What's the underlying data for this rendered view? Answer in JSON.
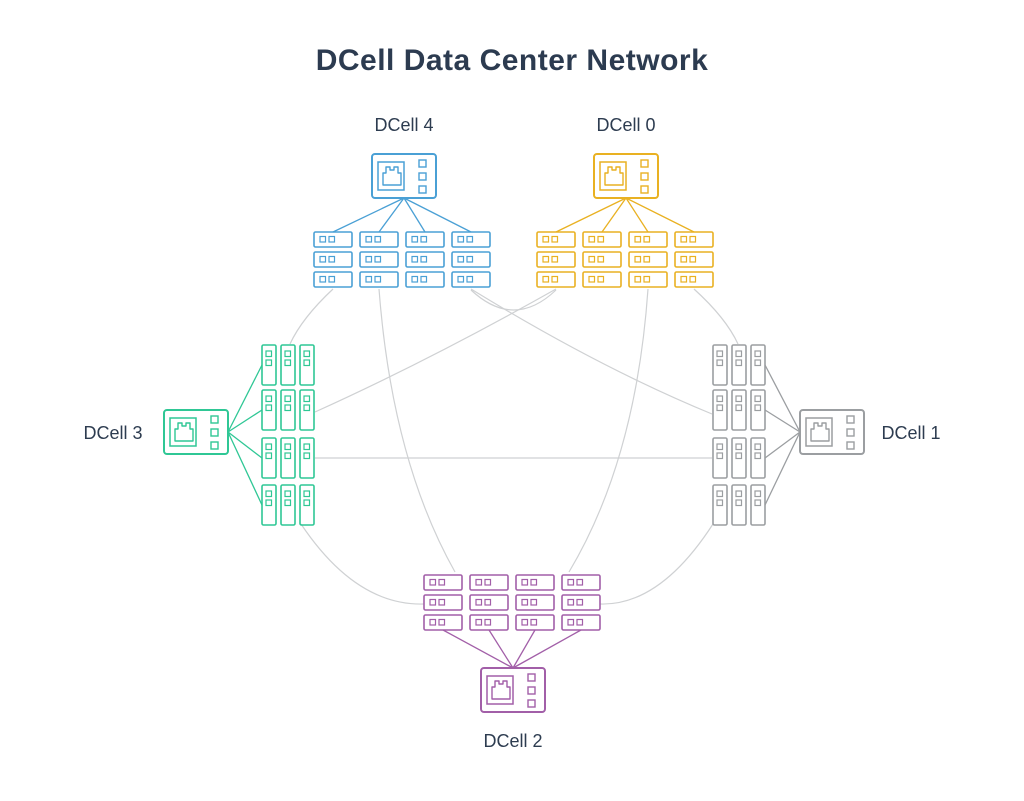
{
  "title": "DCell Data Center Network",
  "cells": [
    {
      "id": "dcell-4",
      "label": "DCell 4",
      "color": "#4aa0d5"
    },
    {
      "id": "dcell-0",
      "label": "DCell 0",
      "color": "#e9b122"
    },
    {
      "id": "dcell-3",
      "label": "DCell 3",
      "color": "#2fc795"
    },
    {
      "id": "dcell-1",
      "label": "DCell 1",
      "color": "#9b9ea1"
    },
    {
      "id": "dcell-2",
      "label": "DCell 2",
      "color": "#a25fa8"
    }
  ],
  "servers_per_cell": 4,
  "links": [
    {
      "from": "dcell-4",
      "to": "dcell-0"
    },
    {
      "from": "dcell-4",
      "to": "dcell-3"
    },
    {
      "from": "dcell-4",
      "to": "dcell-1"
    },
    {
      "from": "dcell-4",
      "to": "dcell-2"
    },
    {
      "from": "dcell-0",
      "to": "dcell-3"
    },
    {
      "from": "dcell-0",
      "to": "dcell-1"
    },
    {
      "from": "dcell-0",
      "to": "dcell-2"
    },
    {
      "from": "dcell-3",
      "to": "dcell-1"
    },
    {
      "from": "dcell-3",
      "to": "dcell-2"
    },
    {
      "from": "dcell-1",
      "to": "dcell-2"
    }
  ],
  "colors": {
    "title": "#2c3b50",
    "label": "#2d3c50",
    "intercell_link": "#cfd1d3"
  }
}
